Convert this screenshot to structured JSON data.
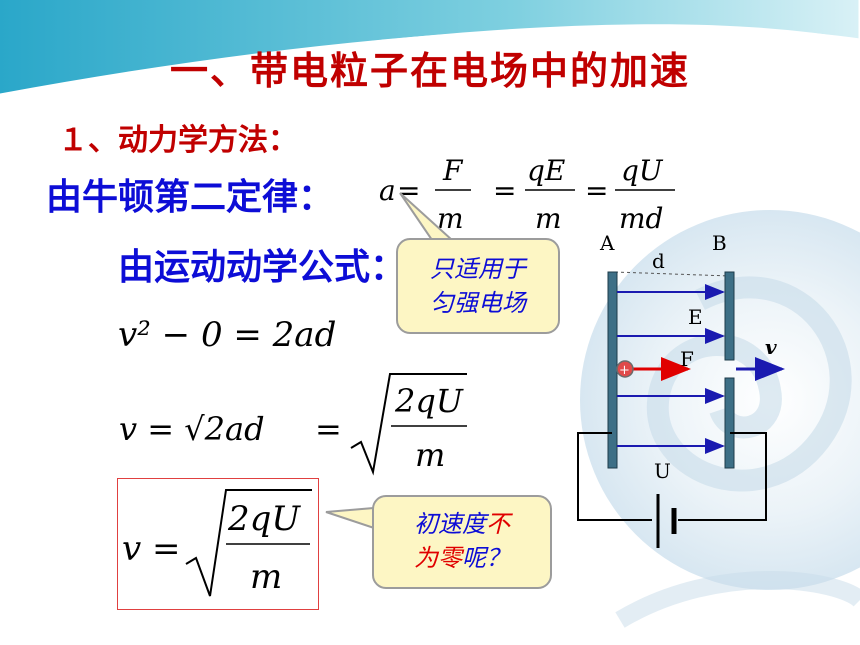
{
  "title": "一、带电粒子在电场中的加速",
  "subtitle": "１、动力学方法：",
  "newton_label": "由牛顿第二定律：",
  "kinematics_label": "由运动动学公式：",
  "equations": {
    "a_var": "a",
    "eq": "=",
    "f1_num": "F",
    "f1_den": "m",
    "f2_num": "qE",
    "f2_den": "m",
    "f3_num": "qU",
    "f3_den": "md",
    "line1": "v² − 0 = 2ad",
    "line2_left": "v = √2ad",
    "line2_num": "2qU",
    "line2_den": "m",
    "final_left": "v =",
    "final_num": "2qU",
    "final_den": "m"
  },
  "callout1": {
    "line1": "只适用于",
    "line2": "匀强电场"
  },
  "callout2": {
    "line1_a": "初速度",
    "line1_b": "不",
    "line2_a": "为零",
    "line2_b": "呢？"
  },
  "diagram": {
    "plate_a": "A",
    "plate_b": "B",
    "gap": "d",
    "field": "E",
    "force": "F",
    "velocity": "v",
    "voltage": "U"
  },
  "colors": {
    "title": "#c00000",
    "heading": "#0d0dd6",
    "field_arrow": "#1a1ab0",
    "force_arrow": "#e00000",
    "callout_bg": "#fdf6c4"
  }
}
